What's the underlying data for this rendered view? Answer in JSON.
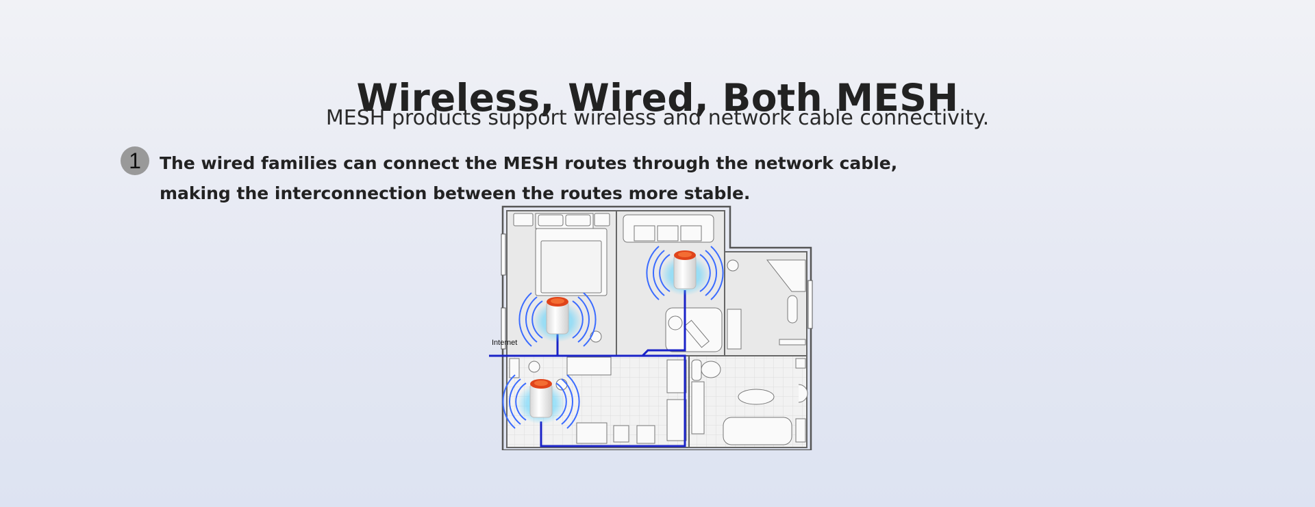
{
  "header": {
    "title": "Wireless, Wired, Both MESH",
    "subtitle": "MESH products support wireless and network cable connectivity."
  },
  "feature": {
    "step_number": "1",
    "description": "The wired families can connect the MESH routes through the network cable, making the interconnection between the routes more stable."
  },
  "floorplan": {
    "internet_label": "Internet",
    "cable_color": "#1a23c8",
    "router_cap_color": "#e0441a",
    "signal_color": "#3a6bff"
  }
}
